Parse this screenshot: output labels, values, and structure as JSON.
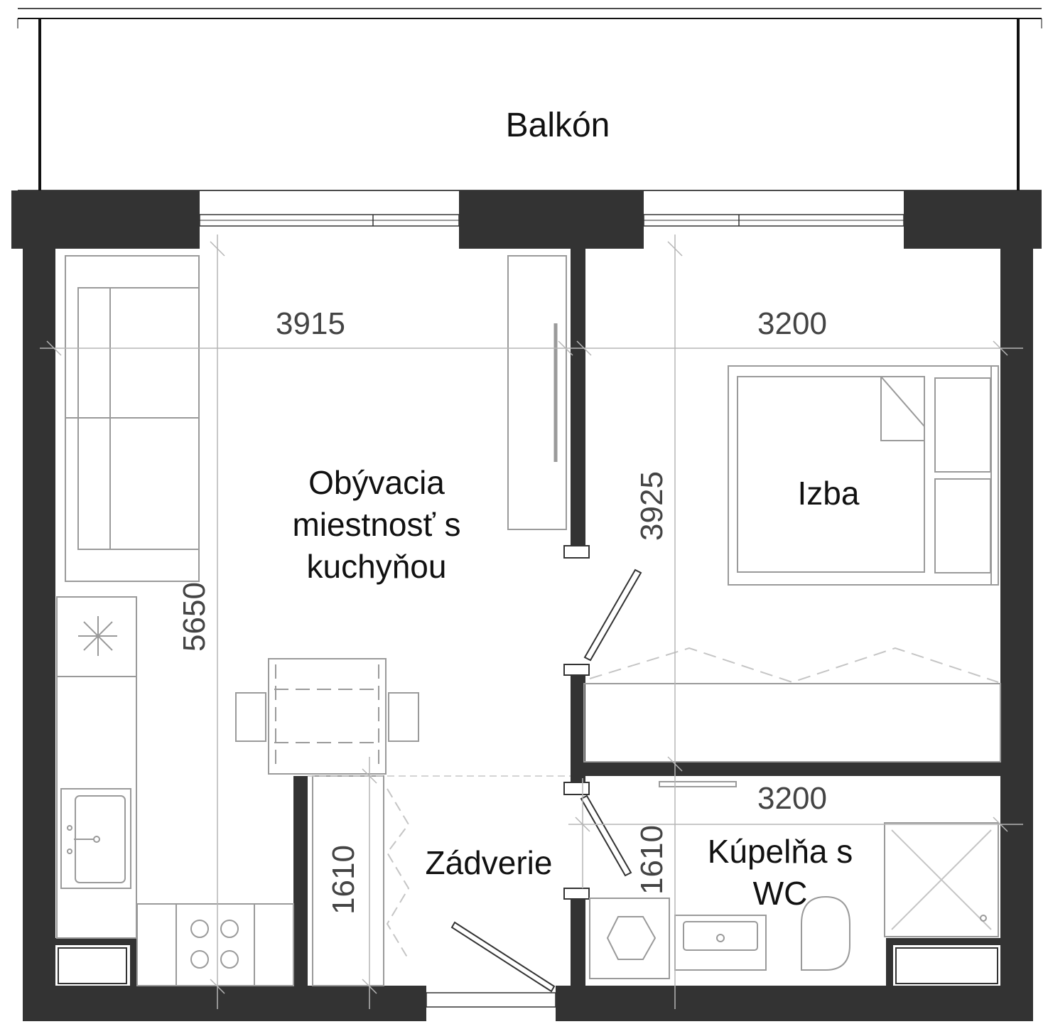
{
  "rooms": {
    "balcony": "Balkón",
    "living": [
      "Obývacia",
      "miestnosť s",
      "kuchyňou"
    ],
    "bedroom": "Izba",
    "hall": "Zádverie",
    "bath": [
      "Kúpelňa s",
      "WC"
    ]
  },
  "dimensions": {
    "living_width": "3915",
    "bedroom_width": "3200",
    "living_depth": "5650",
    "bedroom_depth": "3925",
    "bath_width": "3200",
    "hall_depth": "1610",
    "bath_depth": "1610"
  },
  "colors": {
    "wall": "#333333",
    "furniture": "#999999",
    "dimension_line": "#b5b5b5",
    "text": "#111111"
  }
}
